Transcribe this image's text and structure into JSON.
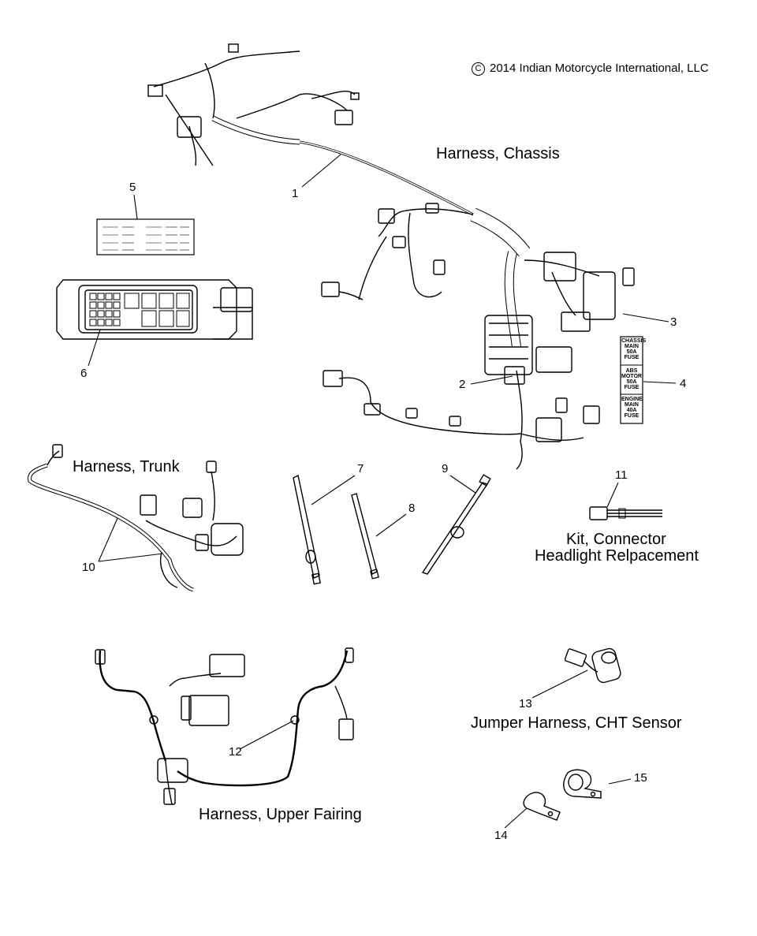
{
  "copyright": {
    "symbol": "C",
    "text": "2014 Indian Motorcycle International, LLC"
  },
  "captions": {
    "chassis": "Harness, Chassis",
    "trunk": "Harness, Trunk",
    "kit_line1": "Kit, Connector",
    "kit_line2": "Headlight Relpacement",
    "jumper": "Jumper Harness, CHT Sensor",
    "upper_fairing": "Harness, Upper Fairing"
  },
  "callouts": [
    "1",
    "2",
    "3",
    "4",
    "5",
    "6",
    "7",
    "8",
    "9",
    "10",
    "11",
    "12",
    "13",
    "14",
    "15"
  ],
  "fuse_label": {
    "block1": [
      "CHASSIS",
      "MAIN",
      "50A  FUSE"
    ],
    "block2": [
      "ABS",
      "MOTOR",
      "50A  FUSE"
    ],
    "block3": [
      "ENGINE",
      "MAIN",
      "40A  FUSE"
    ]
  }
}
